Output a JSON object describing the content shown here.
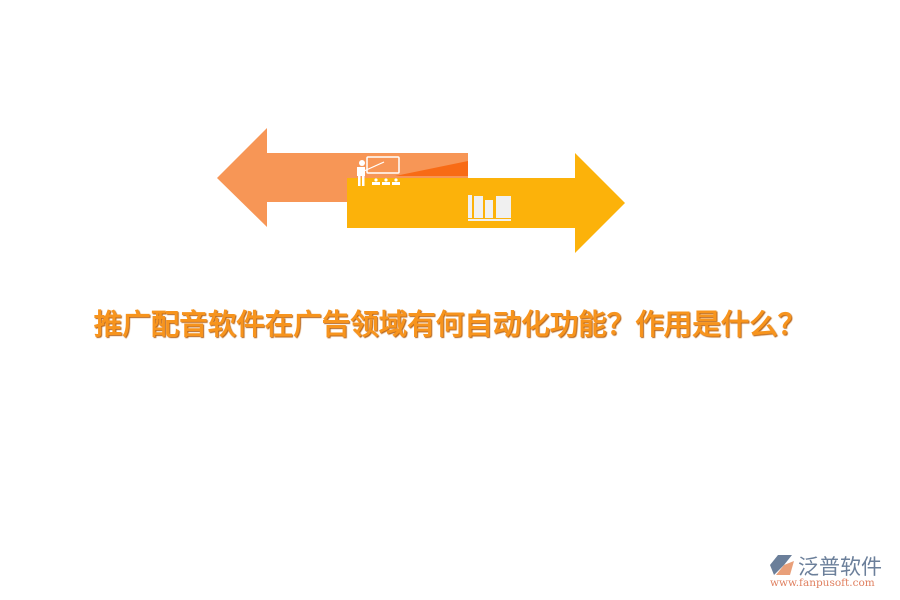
{
  "title": "推广配音软件在广告领域有何自动化功能？作用是什么？",
  "colors": {
    "left_arrow": "#f79656",
    "left_arrow_accent": "#f86b15",
    "right_arrow": "#fcb20a",
    "title": "#f7941d"
  },
  "icons": {
    "left": "teacher-presentation-icon",
    "right": "books-icon"
  },
  "logo": {
    "name": "泛普软件",
    "url": "www.fanpusoft.com"
  }
}
